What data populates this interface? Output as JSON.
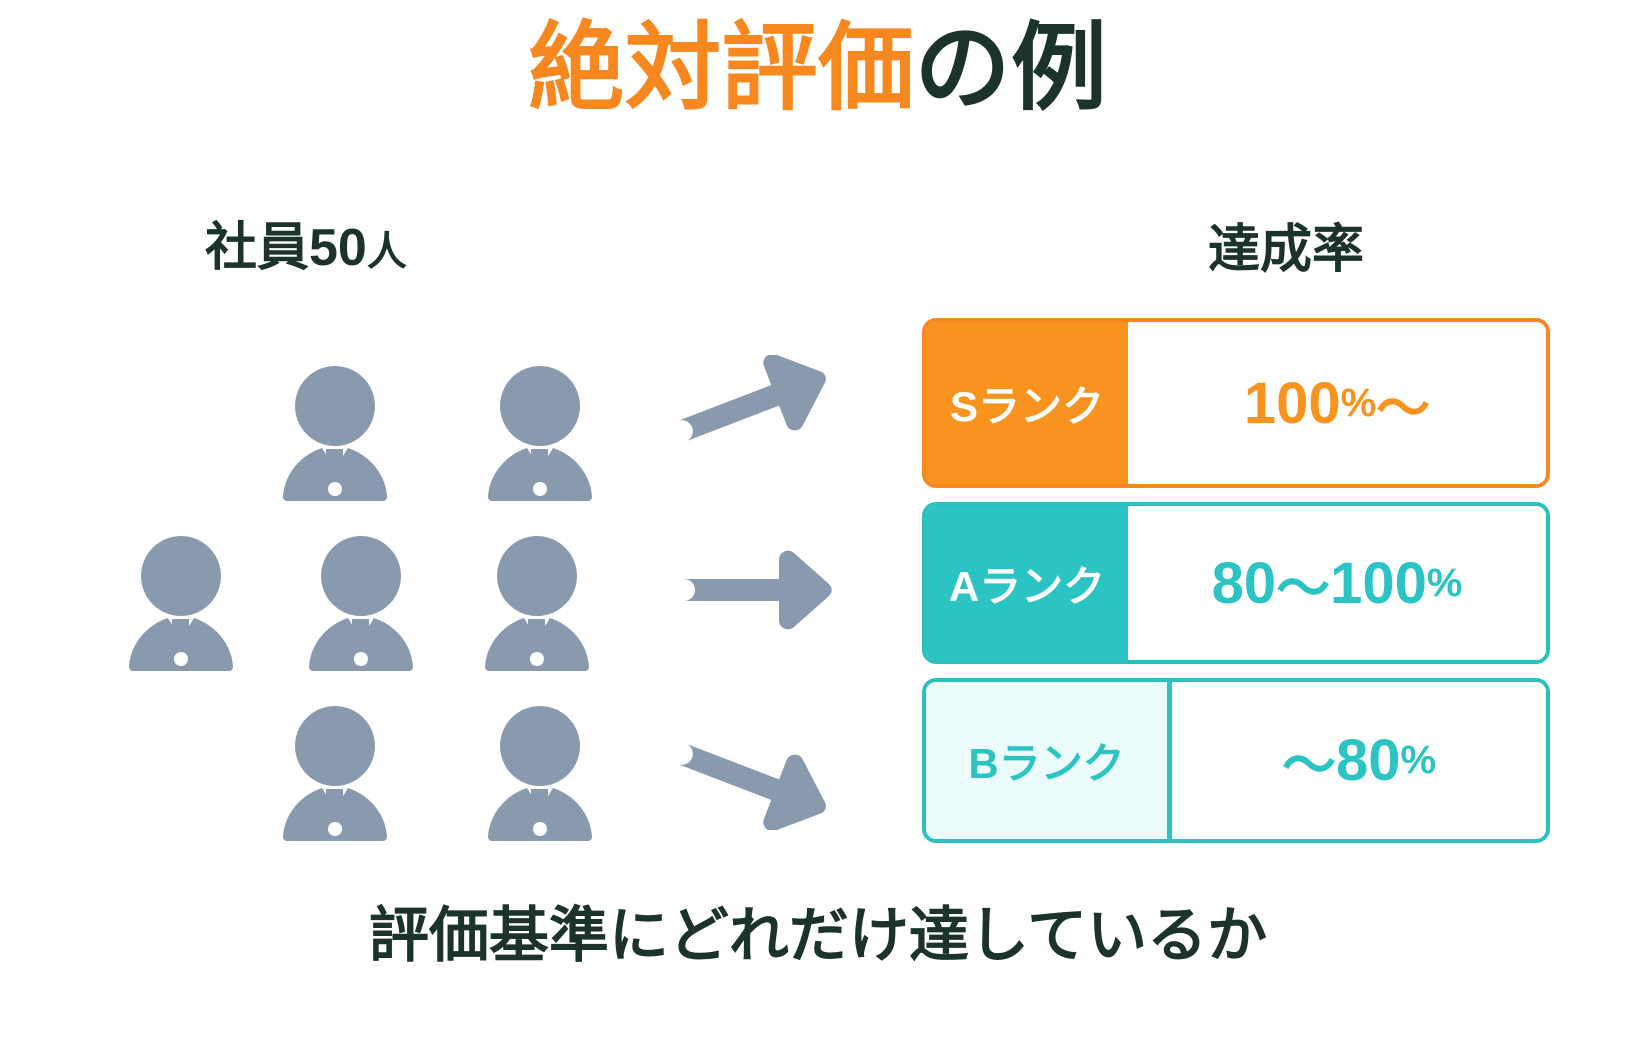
{
  "colors": {
    "orange": "#F7931E",
    "title_orange": "#F7871F",
    "teal": "#2CC3C3",
    "teal_light": "#EBFCFB",
    "dark_green": "#1B332B",
    "person_gray": "#8A9AAE",
    "arrow_gray": "#8A9AAE",
    "background": "#FFFFFF"
  },
  "title": {
    "accent": "絶対評価",
    "rest": "の例"
  },
  "headings": {
    "staff": "社員50",
    "staff_unit": "人",
    "rate": "達成率"
  },
  "people": {
    "count": 7,
    "icon": "person-icon",
    "rows": [
      2,
      3,
      2
    ]
  },
  "arrows": [
    {
      "name": "arrow-to-s-rank",
      "direction": "up-right"
    },
    {
      "name": "arrow-to-a-rank",
      "direction": "right"
    },
    {
      "name": "arrow-to-b-rank",
      "direction": "down-right"
    }
  ],
  "ranks": [
    {
      "label": "Sランク",
      "value_main": "100",
      "value_pct": "%",
      "value_tail": "〜",
      "value_lead": "",
      "color": "#F7931E",
      "style": "solid-orange"
    },
    {
      "label": "Aランク",
      "value_lead": "80",
      "value_mid": "〜",
      "value_main": "100",
      "value_pct": "%",
      "value_tail": "",
      "color": "#2CC3C3",
      "style": "solid-teal"
    },
    {
      "label": "Bランク",
      "value_lead": "",
      "value_mid": "〜",
      "value_main": "80",
      "value_pct": "%",
      "value_tail": "",
      "color": "#2CC3C3",
      "style": "light-teal"
    }
  ],
  "caption": "評価基準にどれだけ達しているか"
}
